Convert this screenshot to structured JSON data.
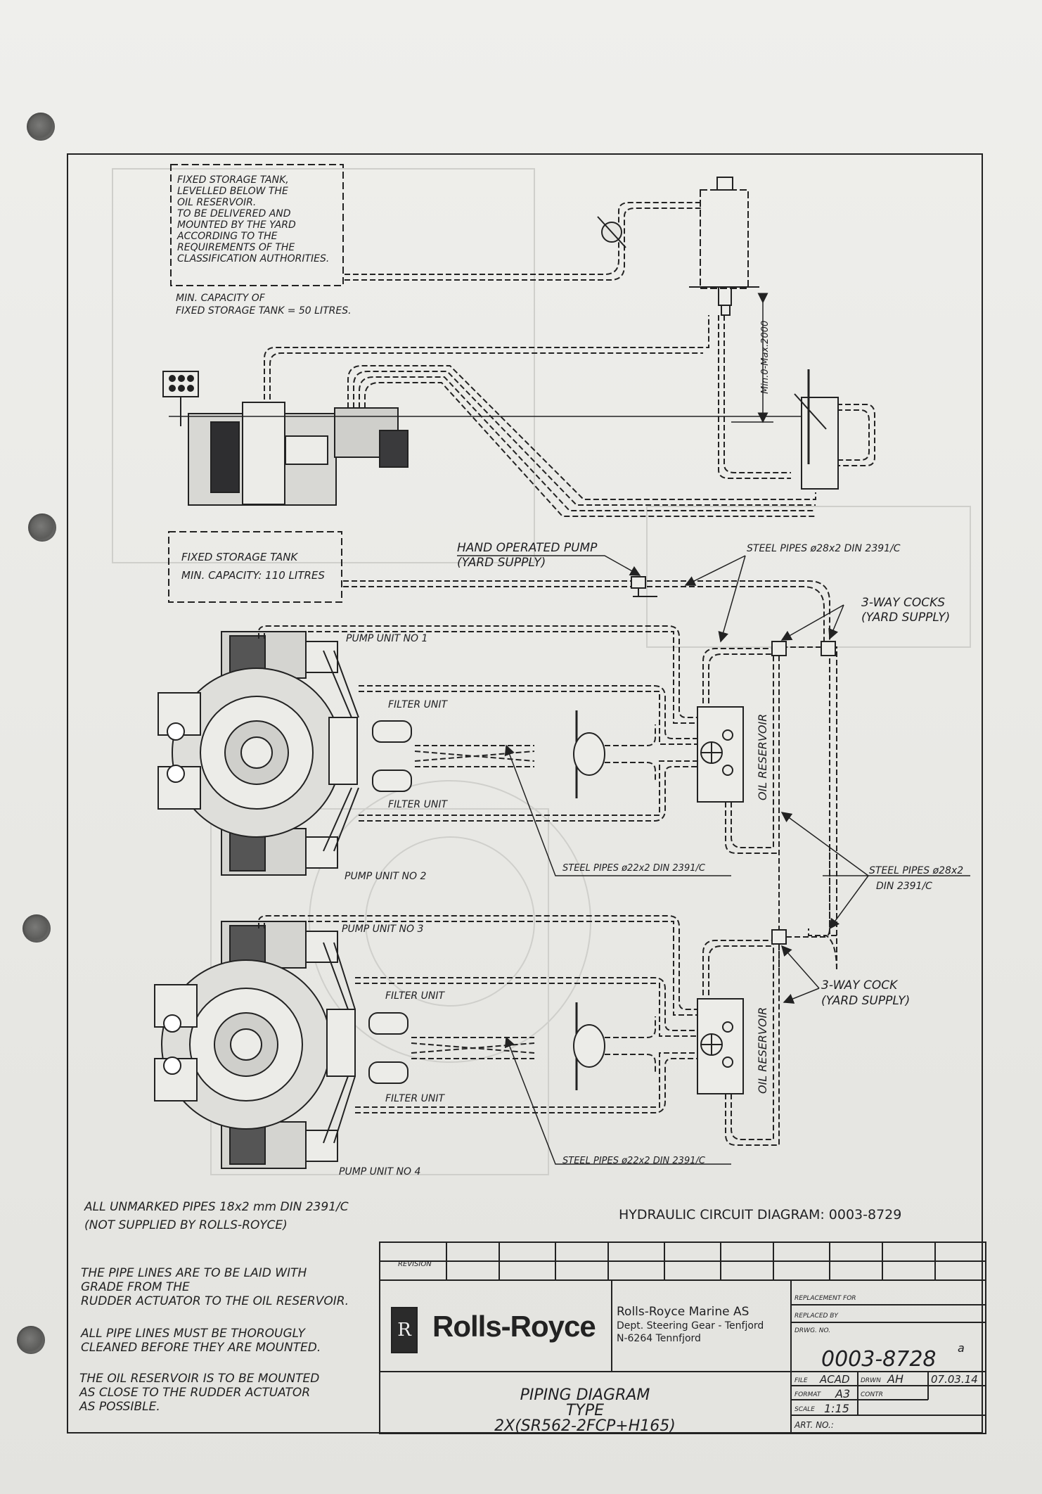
{
  "notes_top": {
    "tank1": [
      "FIXED STORAGE TANK,",
      "LEVELLED BELOW THE",
      "OIL RESERVOIR.",
      "TO BE DELIVERED AND",
      "MOUNTED BY THE YARD",
      "ACCORDING TO THE",
      "REQUIREMENTS OF THE",
      "CLASSIFICATION AUTHORITIES."
    ],
    "tank1_capacity": [
      "MIN. CAPACITY OF",
      "FIXED STORAGE TANK = 50 LITRES."
    ],
    "min_max": "Min.0-Max.2000",
    "tank2": [
      "FIXED STORAGE TANK",
      "MIN. CAPACITY: 110 LITRES"
    ]
  },
  "labels": {
    "hand_pump": [
      "HAND OPERATED PUMP",
      "(YARD SUPPLY)"
    ],
    "steel_28_top": "STEEL PIPES ø28x2 DIN 2391/C",
    "three_way_cocks": [
      "3-WAY COCKS",
      "(YARD SUPPLY)"
    ],
    "pump_1": "PUMP UNIT NO 1",
    "pump_2": "PUMP UNIT NO 2",
    "pump_3": "PUMP UNIT NO 3",
    "pump_4": "PUMP UNIT NO 4",
    "filter": "FILTER UNIT",
    "oil_reservoir": "OIL RESERVOIR",
    "steel_22": "STEEL PIPES ø22x2 DIN 2391/C",
    "steel_28_side": [
      "STEEL PIPES ø28x2",
      "DIN 2391/C"
    ],
    "three_way_cock": [
      "3-WAY COCK",
      "(YARD SUPPLY)"
    ]
  },
  "bottom_notes": {
    "unmarked": [
      "ALL UNMARKED PIPES 18x2 mm DIN 2391/C",
      "(NOT SUPPLIED BY ROLLS-ROYCE)"
    ],
    "grade": [
      "THE PIPE LINES ARE TO BE LAID WITH",
      "GRADE FROM THE",
      "RUDDER ACTUATOR TO THE OIL RESERVOIR."
    ],
    "cleaned": [
      "ALL PIPE LINES MUST BE THOROUGLY",
      "CLEANED BEFORE THEY ARE MOUNTED."
    ],
    "reservoir": [
      "THE OIL RESERVOIR IS TO BE MOUNTED",
      "AS CLOSE TO THE RUDDER ACTUATOR",
      "AS POSSIBLE."
    ],
    "hydraulic_ref": "HYDRAULIC CIRCUIT DIAGRAM: 0003-8729"
  },
  "title_block": {
    "revision": "REVISION",
    "logo_text": "Rolls-Royce",
    "logo_mark": "R",
    "company": [
      "Rolls-Royce Marine AS",
      "Dept. Steering Gear - Tenfjord",
      "N-6264 Tennfjord"
    ],
    "replacement_for": "REPLACEMENT FOR",
    "replaced_by": "REPLACED BY",
    "drwg_no": "DRWG. NO.",
    "drawing_number": "0003-8728",
    "drawing_suffix": "a",
    "file_label": "FILE",
    "file_value": "ACAD",
    "drwn_label": "DRWN",
    "drwn_value": "AH",
    "date": "07.03.14",
    "format_label": "FORMAT",
    "format_value": "A3",
    "contr_label": "CONTR",
    "scale_label": "SCALE",
    "scale_value": "1:15",
    "art_no": "ART. NO.:",
    "title": [
      "PIPING DIAGRAM",
      "TYPE",
      "2X(SR562-2FCP+H165)"
    ]
  },
  "colors": {
    "paper": "#ecece8",
    "ink": "#222222",
    "faint": "#c9c9c6"
  }
}
